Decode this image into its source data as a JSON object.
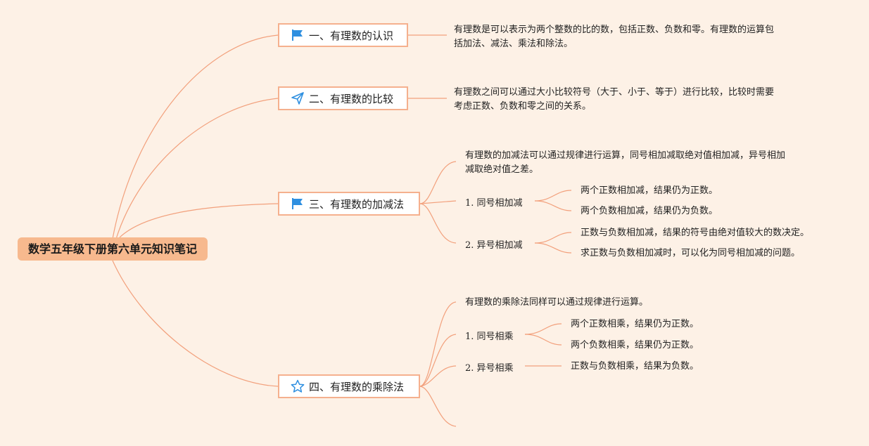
{
  "root": {
    "title": "数学五年级下册第六单元知识笔记"
  },
  "colors": {
    "background": "#fdf1e6",
    "root_fill": "#f7b98e",
    "topic_border": "#f5b08e",
    "link": "#f2a07c",
    "icon_blue": "#2e8fe0"
  },
  "topics": [
    {
      "label": "一、有理数的认识",
      "icon": "flag-icon",
      "text": [
        "有理数是可以表示为两个整数的比的数，包括正数、负数和零。有理数的运算包",
        "括加法、减法、乘法和除法。"
      ]
    },
    {
      "label": "二、有理数的比较",
      "icon": "send-icon",
      "text": [
        "有理数之间可以通过大小比较符号（大于、小于、等于）进行比较，比较时需要",
        "考虑正数、负数和零之间的关系。"
      ]
    },
    {
      "label": "三、有理数的加减法",
      "icon": "flag-icon",
      "text": [
        "有理数的加减法可以通过规律进行运算，同号相加减取绝对值相加减，异号相加",
        "减取绝对值之差。"
      ],
      "subs": [
        {
          "label": "1. 同号相加减",
          "items": [
            "两个正数相加减，结果仍为正数。",
            "两个负数相加减，结果仍为负数。"
          ]
        },
        {
          "label": "2. 异号相加减",
          "items": [
            "正数与负数相加减，结果的符号由绝对值较大的数决定。",
            "求正数与负数相加减时，可以化为同号相加减的问题。"
          ]
        }
      ]
    },
    {
      "label": "四、有理数的乘除法",
      "icon": "star-icon",
      "text": [
        "有理数的乘除法同样可以通过规律进行运算。"
      ],
      "subs": [
        {
          "label": "1. 同号相乘",
          "items": [
            "两个正数相乘，结果仍为正数。",
            "两个负数相乘，结果仍为正数。"
          ]
        },
        {
          "label": "2. 异号相乘",
          "items": [
            "正数与负数相乘，结果为负数。"
          ]
        }
      ]
    }
  ]
}
